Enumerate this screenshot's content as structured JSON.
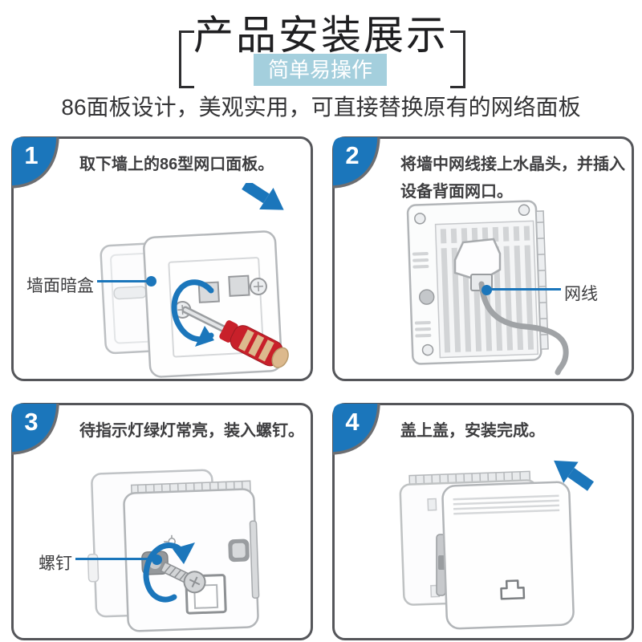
{
  "header": {
    "title": "产品安装展示",
    "subtitle": "简单易操作",
    "description": "86面板设计，美观实用，可直接替换原有的网络面板"
  },
  "steps": [
    {
      "number": "1",
      "text": "取下墙上的86型网口面板。",
      "callout": "墙面暗盒"
    },
    {
      "number": "2",
      "text": "将墙中网线接上水晶头，并插入设备背面网口。",
      "callout": "网线"
    },
    {
      "number": "3",
      "text": "待指示灯绿灯常亮，装入螺钉。",
      "callout": "螺钉"
    },
    {
      "number": "4",
      "text": "盖上盖，安装完成。"
    }
  ],
  "colors": {
    "accent_blue": "#1b76bb",
    "light_blue": "#a4cfdd",
    "panel_border": "#55565a",
    "text_dark": "#3e3e40",
    "screwdriver_red": "#c8202a",
    "screwdriver_tan": "#dcb98d"
  }
}
